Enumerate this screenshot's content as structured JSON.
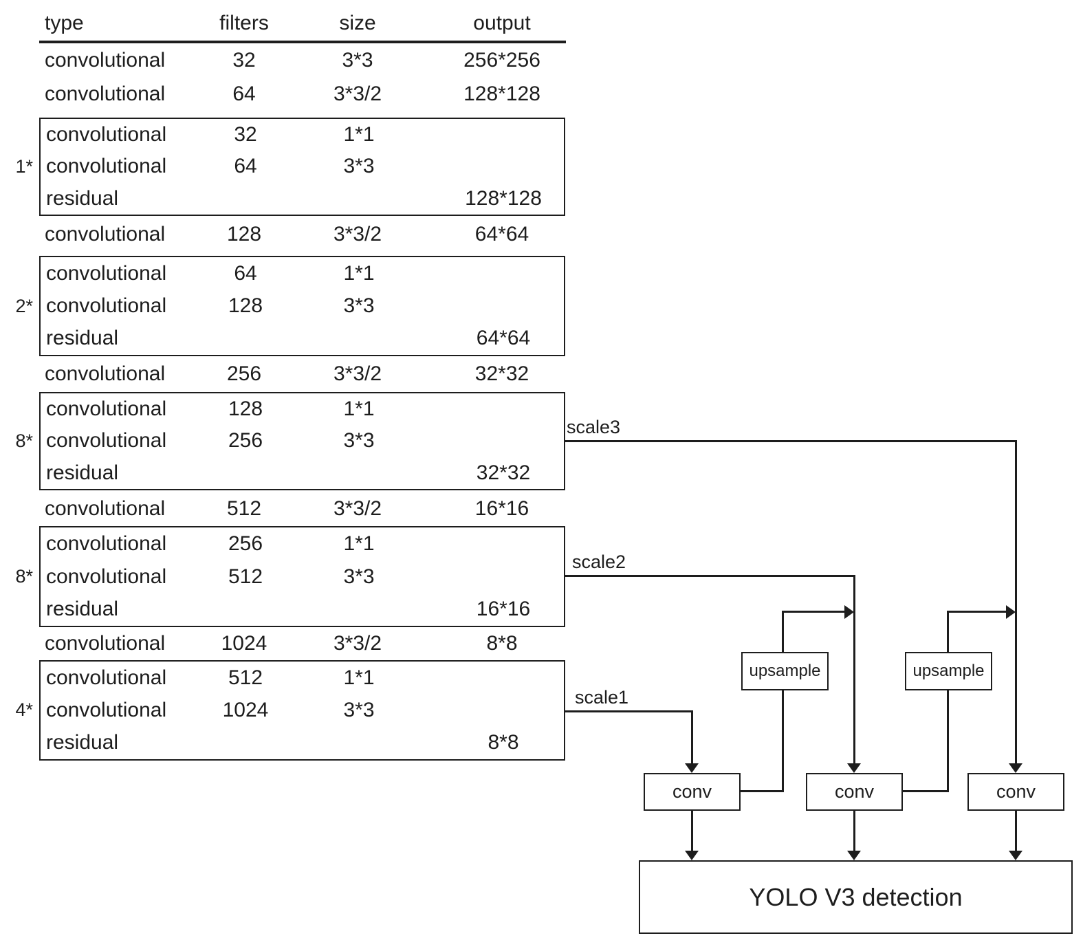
{
  "colors": {
    "ink": "#1d1d1d",
    "background": "#ffffff"
  },
  "table": {
    "headers": [
      "type",
      "filters",
      "size",
      "output"
    ],
    "multipliers": [
      "1*",
      "2*",
      "8*",
      "8*",
      "4*"
    ],
    "rows": [
      {
        "type": "convolutional",
        "filters": "32",
        "size": "3*3",
        "output": "256*256"
      },
      {
        "type": "convolutional",
        "filters": "64",
        "size": "3*3/2",
        "output": "128*128"
      },
      {
        "type": "convolutional",
        "filters": "32",
        "size": "1*1",
        "output": ""
      },
      {
        "type": "convolutional",
        "filters": "64",
        "size": "3*3",
        "output": ""
      },
      {
        "type": "residual",
        "filters": "",
        "size": "",
        "output": "128*128"
      },
      {
        "type": "convolutional",
        "filters": "128",
        "size": "3*3/2",
        "output": "64*64"
      },
      {
        "type": "convolutional",
        "filters": "64",
        "size": "1*1",
        "output": ""
      },
      {
        "type": "convolutional",
        "filters": "128",
        "size": "3*3",
        "output": ""
      },
      {
        "type": "residual",
        "filters": "",
        "size": "",
        "output": "64*64"
      },
      {
        "type": "convolutional",
        "filters": "256",
        "size": "3*3/2",
        "output": "32*32"
      },
      {
        "type": "convolutional",
        "filters": "128",
        "size": "1*1",
        "output": ""
      },
      {
        "type": "convolutional",
        "filters": "256",
        "size": "3*3",
        "output": ""
      },
      {
        "type": "residual",
        "filters": "",
        "size": "",
        "output": "32*32"
      },
      {
        "type": "convolutional",
        "filters": "512",
        "size": "3*3/2",
        "output": "16*16"
      },
      {
        "type": "convolutional",
        "filters": "256",
        "size": "1*1",
        "output": ""
      },
      {
        "type": "convolutional",
        "filters": "512",
        "size": "3*3",
        "output": ""
      },
      {
        "type": "residual",
        "filters": "",
        "size": "",
        "output": "16*16"
      },
      {
        "type": "convolutional",
        "filters": "1024",
        "size": "3*3/2",
        "output": "8*8"
      },
      {
        "type": "convolutional",
        "filters": "512",
        "size": "1*1",
        "output": ""
      },
      {
        "type": "convolutional",
        "filters": "1024",
        "size": "3*3",
        "output": ""
      },
      {
        "type": "residual",
        "filters": "",
        "size": "",
        "output": "8*8"
      }
    ]
  },
  "diagram": {
    "scale1_label": "scale1",
    "scale2_label": "scale2",
    "scale3_label": "scale3",
    "conv_label": "conv",
    "upsample_label": "upsample",
    "detection_label": "YOLO V3 detection"
  }
}
